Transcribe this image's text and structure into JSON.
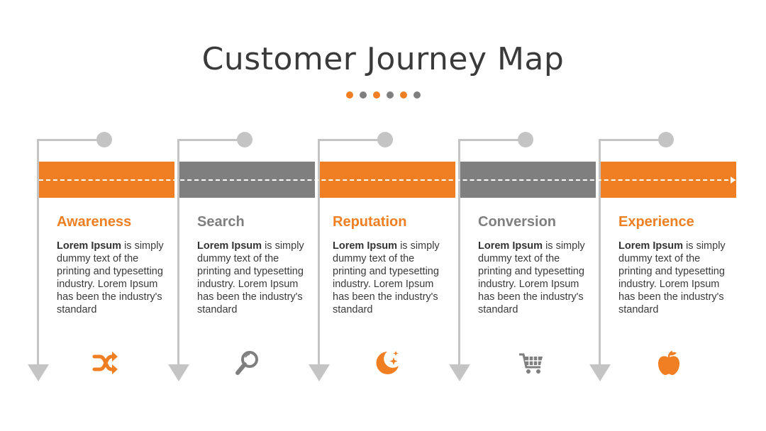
{
  "title": "Customer Journey Map",
  "colors": {
    "orange": "#f07f23",
    "gray": "#7f7f7f",
    "light_gray": "#c4c4c4",
    "text": "#3a3a3a"
  },
  "dots": [
    "orange",
    "gray",
    "orange",
    "gray",
    "orange",
    "gray"
  ],
  "steps": [
    {
      "title": "Awareness",
      "color": "orange",
      "body_bold": "Lorem Ipsum",
      "body_rest": " is simply dummy text of the printing and typesetting industry. Lorem Ipsum has been the industry's standard",
      "icon": "shuffle-icon"
    },
    {
      "title": "Search",
      "color": "gray",
      "body_bold": "Lorem Ipsum",
      "body_rest": " is simply dummy text of the printing and typesetting industry. Lorem Ipsum has been the industry's standard",
      "icon": "search-icon"
    },
    {
      "title": "Reputation",
      "color": "orange",
      "body_bold": "Lorem Ipsum",
      "body_rest": " is simply dummy text of the printing and typesetting industry. Lorem Ipsum has been the industry's standard",
      "icon": "moon-stars-icon"
    },
    {
      "title": "Conversion",
      "color": "gray",
      "body_bold": "Lorem Ipsum",
      "body_rest": " is simply dummy text of the printing and typesetting industry. Lorem Ipsum has been the industry's standard",
      "icon": "shopping-cart-icon"
    },
    {
      "title": "Experience",
      "color": "orange",
      "body_bold": "Lorem Ipsum",
      "body_rest": " is simply dummy text of the printing and typesetting industry. Lorem Ipsum has been the industry's standard",
      "icon": "apple-icon"
    }
  ]
}
